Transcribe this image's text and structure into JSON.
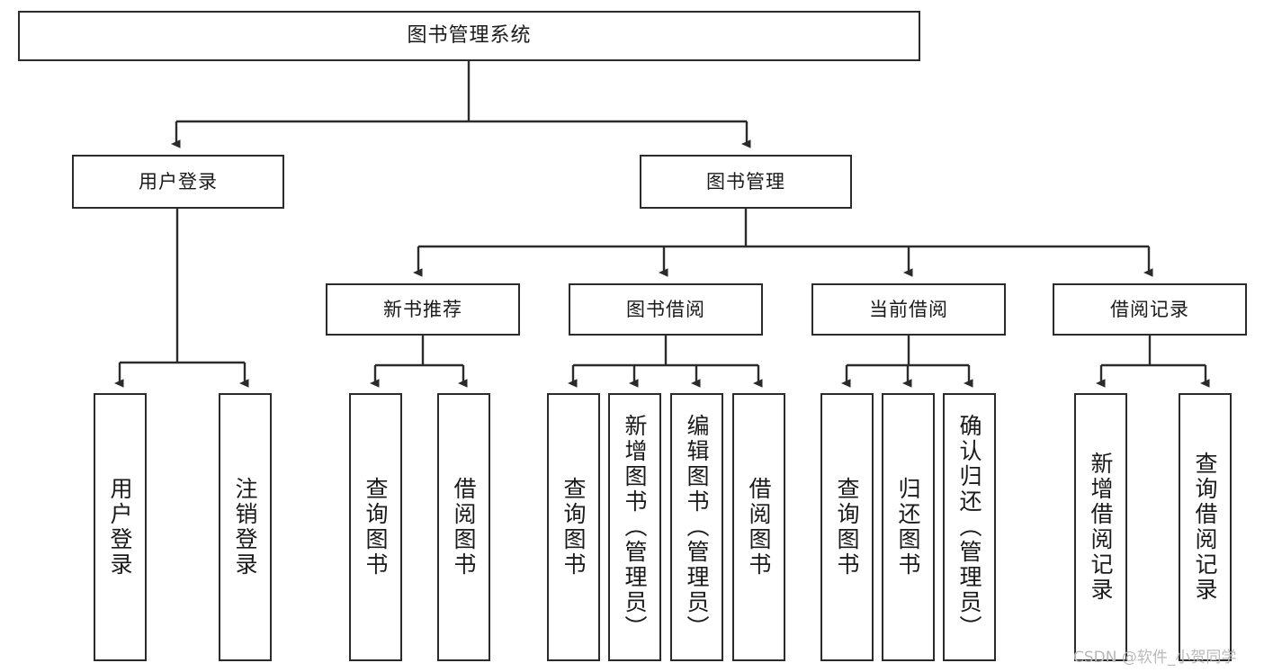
{
  "diagram": {
    "type": "tree-hierarchy",
    "title": "图书管理系统",
    "stroke_color": "#2b2b2b",
    "fill_color": "#ffffff",
    "text_color": "#1a1a1a",
    "watermark": "CSDN @软件_小贺同学"
  },
  "nodes": {
    "root": {
      "label": "图书管理系统",
      "level": 1
    },
    "l2": [
      {
        "id": "user-login",
        "label": "用户登录",
        "level": 2
      },
      {
        "id": "book-management",
        "label": "图书管理",
        "level": 2
      }
    ],
    "l3": [
      {
        "id": "new-book-recommend",
        "label": "新书推荐",
        "level": 3,
        "parent": "book-management"
      },
      {
        "id": "book-borrow",
        "label": "图书借阅",
        "level": 3,
        "parent": "book-management"
      },
      {
        "id": "current-borrow",
        "label": "当前借阅",
        "level": 3,
        "parent": "book-management"
      },
      {
        "id": "borrow-record",
        "label": "借阅记录",
        "level": 3,
        "parent": "book-management"
      }
    ],
    "leaves": [
      {
        "id": "leaf-user-login",
        "label": "用户登录",
        "parent": "user-login"
      },
      {
        "id": "leaf-user-logout",
        "label": "注销登录",
        "parent": "user-login"
      },
      {
        "id": "leaf-query-book-1",
        "label": "查询图书",
        "parent": "new-book-recommend"
      },
      {
        "id": "leaf-borrow-book-1",
        "label": "借阅图书",
        "parent": "new-book-recommend"
      },
      {
        "id": "leaf-query-book-2",
        "label": "查询图书",
        "parent": "book-borrow"
      },
      {
        "id": "leaf-add-book",
        "label": "新增图书（管理员）",
        "parent": "book-borrow"
      },
      {
        "id": "leaf-edit-book",
        "label": "编辑图书（管理员）",
        "parent": "book-borrow"
      },
      {
        "id": "leaf-borrow-book-2",
        "label": "借阅图书",
        "parent": "book-borrow"
      },
      {
        "id": "leaf-query-book-3",
        "label": "查询图书",
        "parent": "current-borrow"
      },
      {
        "id": "leaf-return-book",
        "label": "归还图书",
        "parent": "current-borrow"
      },
      {
        "id": "leaf-confirm-return",
        "label": "确认归还（管理员）",
        "parent": "current-borrow"
      },
      {
        "id": "leaf-add-record",
        "label": "新增借阅记录",
        "parent": "borrow-record"
      },
      {
        "id": "leaf-query-record",
        "label": "查询借阅记录",
        "parent": "borrow-record"
      }
    ]
  }
}
